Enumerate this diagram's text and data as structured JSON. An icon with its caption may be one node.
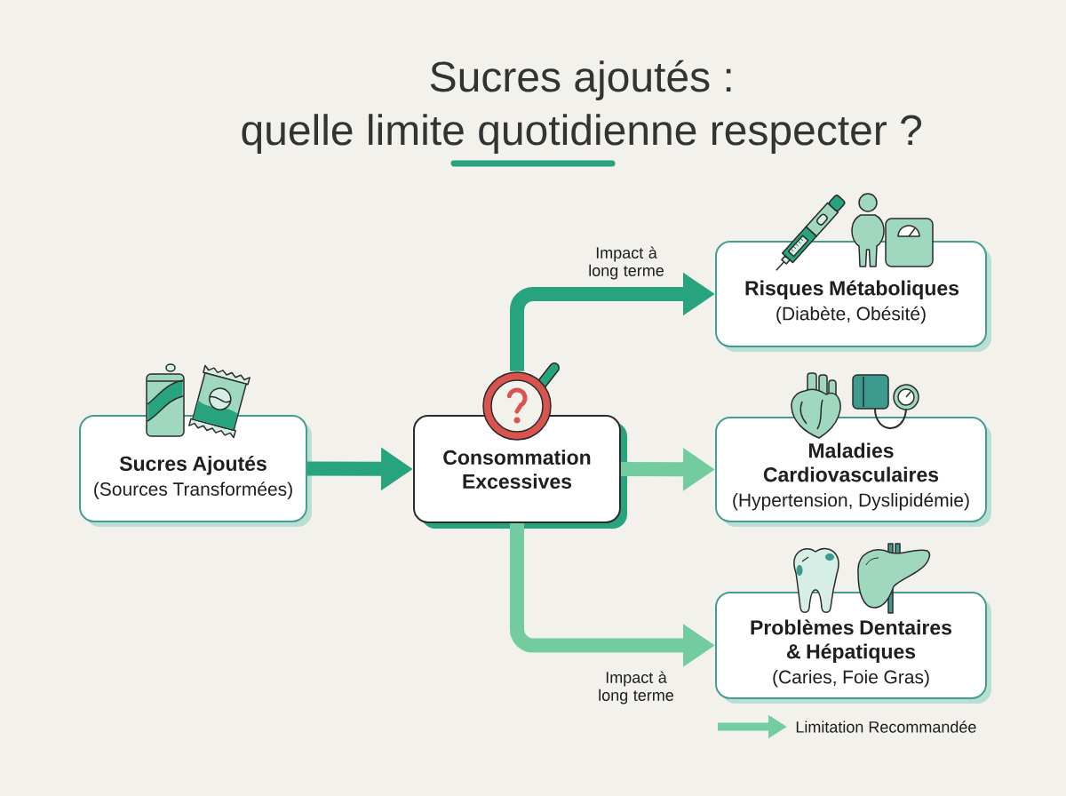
{
  "diagram": {
    "title": "Sucres ajoutés : quelle limite quotidienne respecter ?",
    "nodes": [
      {
        "text": [
          "Sucres Ajoutés",
          "(Sources Transformées)"
        ]
      },
      {
        "text": [
          "Consommation Excessives"
        ]
      },
      {
        "text": [
          "Risques Métaboliques",
          "(Diabète, Obésité)"
        ]
      },
      {
        "text": [
          "Maladies Cardiovasculaires",
          "(Hypertension, Dyslipidémie)"
        ]
      },
      {
        "text": [
          "Problèmes Dentaires & Hépatiques",
          "(Caries, Foie Gras)"
        ]
      }
    ],
    "edges": [
      {
        "from": 0,
        "to": 1,
        "arrow": "to",
        "color": "#27a47d"
      },
      {
        "from": 1,
        "to": 2,
        "arrow": "to",
        "label": "Impact à long terme",
        "color": "#27a47d"
      },
      {
        "from": 1,
        "to": 3,
        "arrow": "to",
        "color": "#72cca0"
      },
      {
        "from": 1,
        "to": 4,
        "arrow": "to",
        "label": "Impact à long terme",
        "color": "#72cca0"
      }
    ],
    "legend": [
      {
        "text": "Limitation Recommandée"
      }
    ]
  }
}
